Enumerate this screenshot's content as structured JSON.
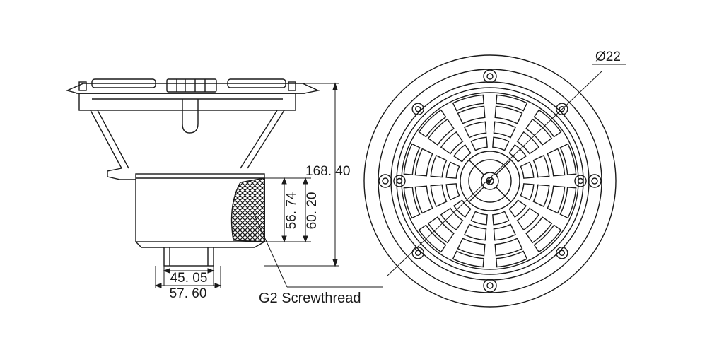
{
  "dimensions": {
    "total_height": "168. 40",
    "thread_length": "56. 74",
    "thread_diameter": "60. 20",
    "outlet_inner": "45. 05",
    "outlet_outer": "57. 60",
    "grate_hole": "Ø22"
  },
  "callouts": {
    "thread": "G2 Screwthread"
  },
  "colors": {
    "line": "#1a1a1a",
    "background": "#ffffff"
  }
}
